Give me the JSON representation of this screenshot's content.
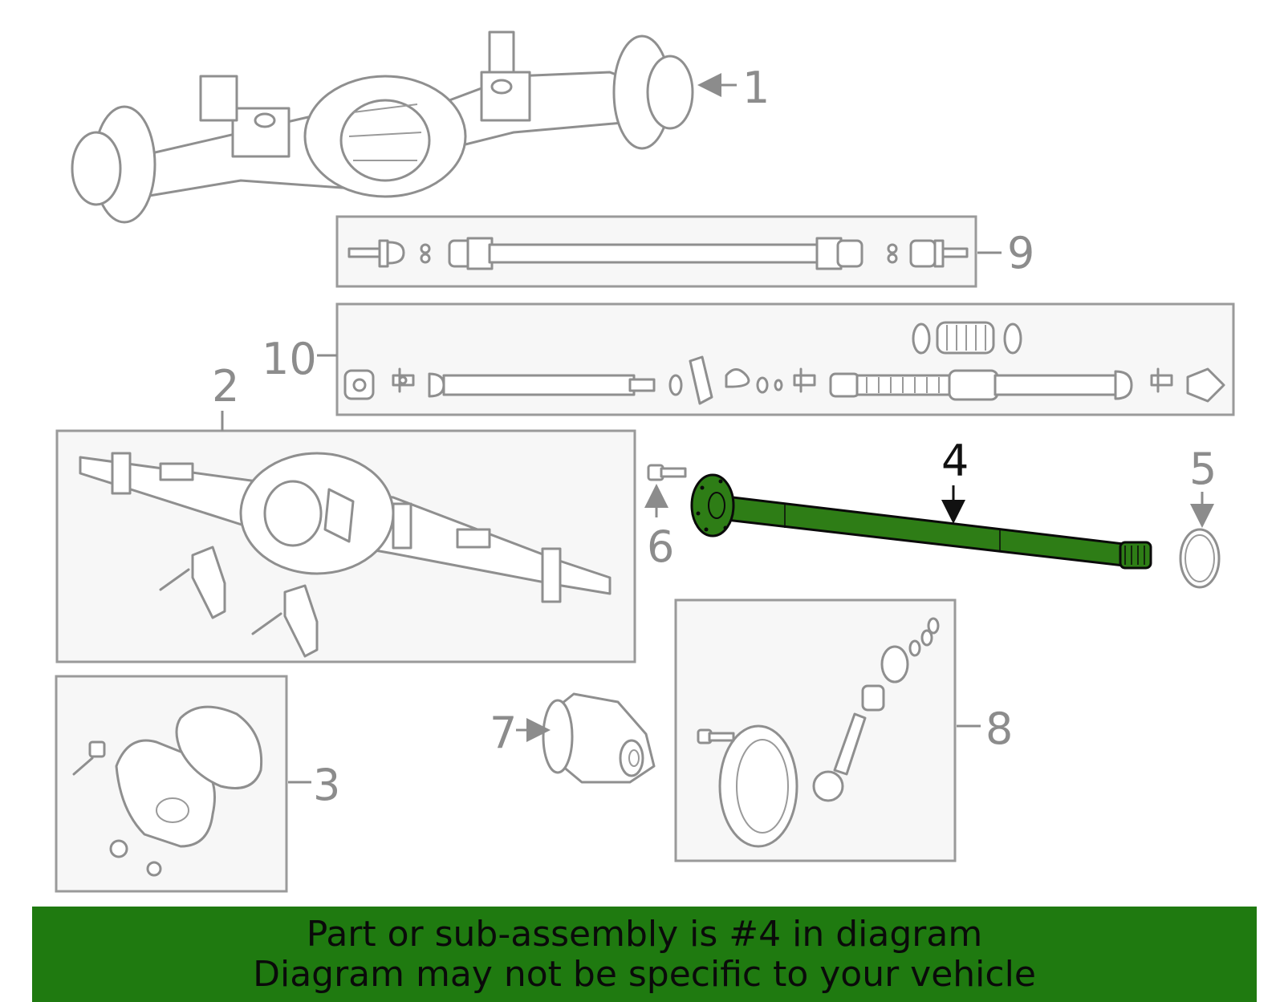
{
  "highlight_color": "#2e7d16",
  "banner_color": "#1f7a10",
  "callouts": {
    "c1": "1",
    "c2": "2",
    "c3": "3",
    "c4": "4",
    "c5": "5",
    "c6": "6",
    "c7": "7",
    "c8": "8",
    "c9": "9",
    "c10": "10"
  },
  "banner": {
    "line1": "Part or sub-assembly is #4 in diagram",
    "line2": "Diagram may not be specific to your vehicle"
  }
}
